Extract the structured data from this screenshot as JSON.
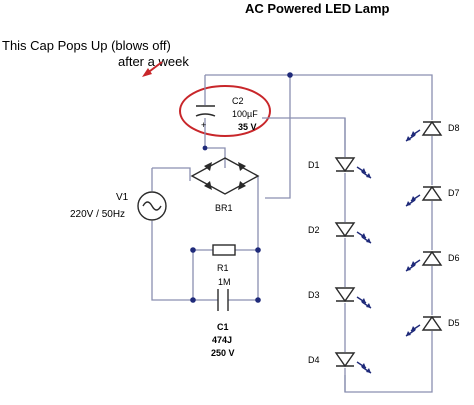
{
  "title": "AC Powered LED Lamp",
  "annotation": {
    "line1": "This Cap Pops Up (blows off)",
    "line2": "after a week"
  },
  "components": {
    "c2": {
      "ref": "C2",
      "value": "100µF",
      "voltage": "35 V",
      "polarity": "+"
    },
    "v1": {
      "ref": "V1",
      "value": "220V / 50Hz"
    },
    "br1": {
      "ref": "BR1"
    },
    "r1": {
      "ref": "R1",
      "value": "1M"
    },
    "c1": {
      "ref": "C1",
      "value": "474J",
      "voltage": "250 V"
    },
    "leds": [
      "D1",
      "D2",
      "D3",
      "D4",
      "D5",
      "D6",
      "D7",
      "D8"
    ]
  },
  "colors": {
    "annotation": "#c8262a",
    "wire": "#8a8fb0",
    "junction": "#1f2a7a"
  }
}
